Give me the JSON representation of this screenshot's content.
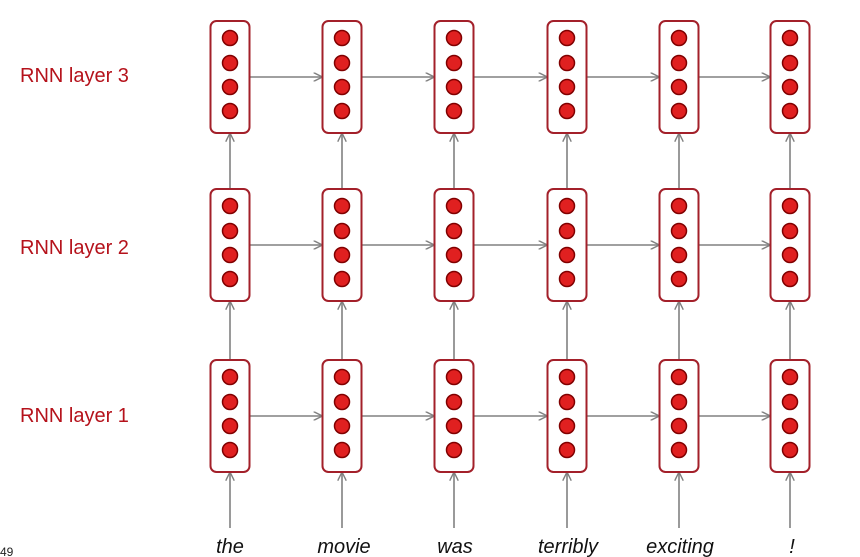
{
  "diagram": {
    "layers": [
      {
        "label": "RNN layer 3"
      },
      {
        "label": "RNN layer 2"
      },
      {
        "label": "RNN layer 1"
      }
    ],
    "words": [
      "the",
      "movie",
      "was",
      "terribly",
      "exciting",
      "!"
    ],
    "units_per_cell": 4,
    "page_number": "49"
  },
  "colors": {
    "accent": "#b5121b",
    "cell_border": "#a3202a",
    "neuron_fill": "#e02020",
    "neuron_stroke": "#800000",
    "arrow": "#808080",
    "text": "#111111"
  }
}
